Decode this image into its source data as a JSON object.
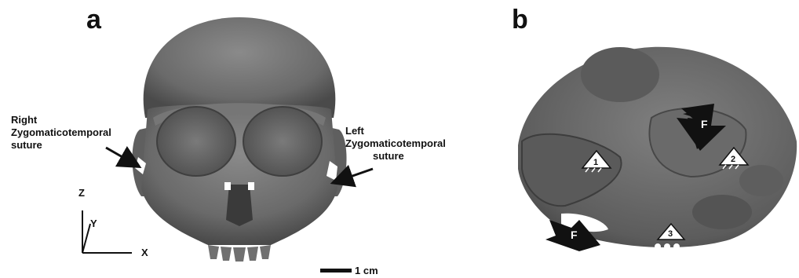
{
  "panels": {
    "a": {
      "letter": "a"
    },
    "b": {
      "letter": "b"
    }
  },
  "annotations": {
    "right_suture": [
      "Right",
      "Zygomaticotemporal",
      "suture"
    ],
    "left_suture": [
      "Left",
      "Zygomaticotemporal",
      "suture"
    ]
  },
  "axes": {
    "z": "Z",
    "y": "Y",
    "x": "X"
  },
  "scale_bar": {
    "label": "1 cm"
  },
  "constraints": {
    "c1": "1",
    "c2": "2",
    "c3": "3"
  },
  "forces": {
    "f_upper": "F",
    "f_lower": "F"
  },
  "colors": {
    "bone": "#6e6e6e",
    "bone_dark": "#3a3a3a",
    "ink": "#111111"
  }
}
